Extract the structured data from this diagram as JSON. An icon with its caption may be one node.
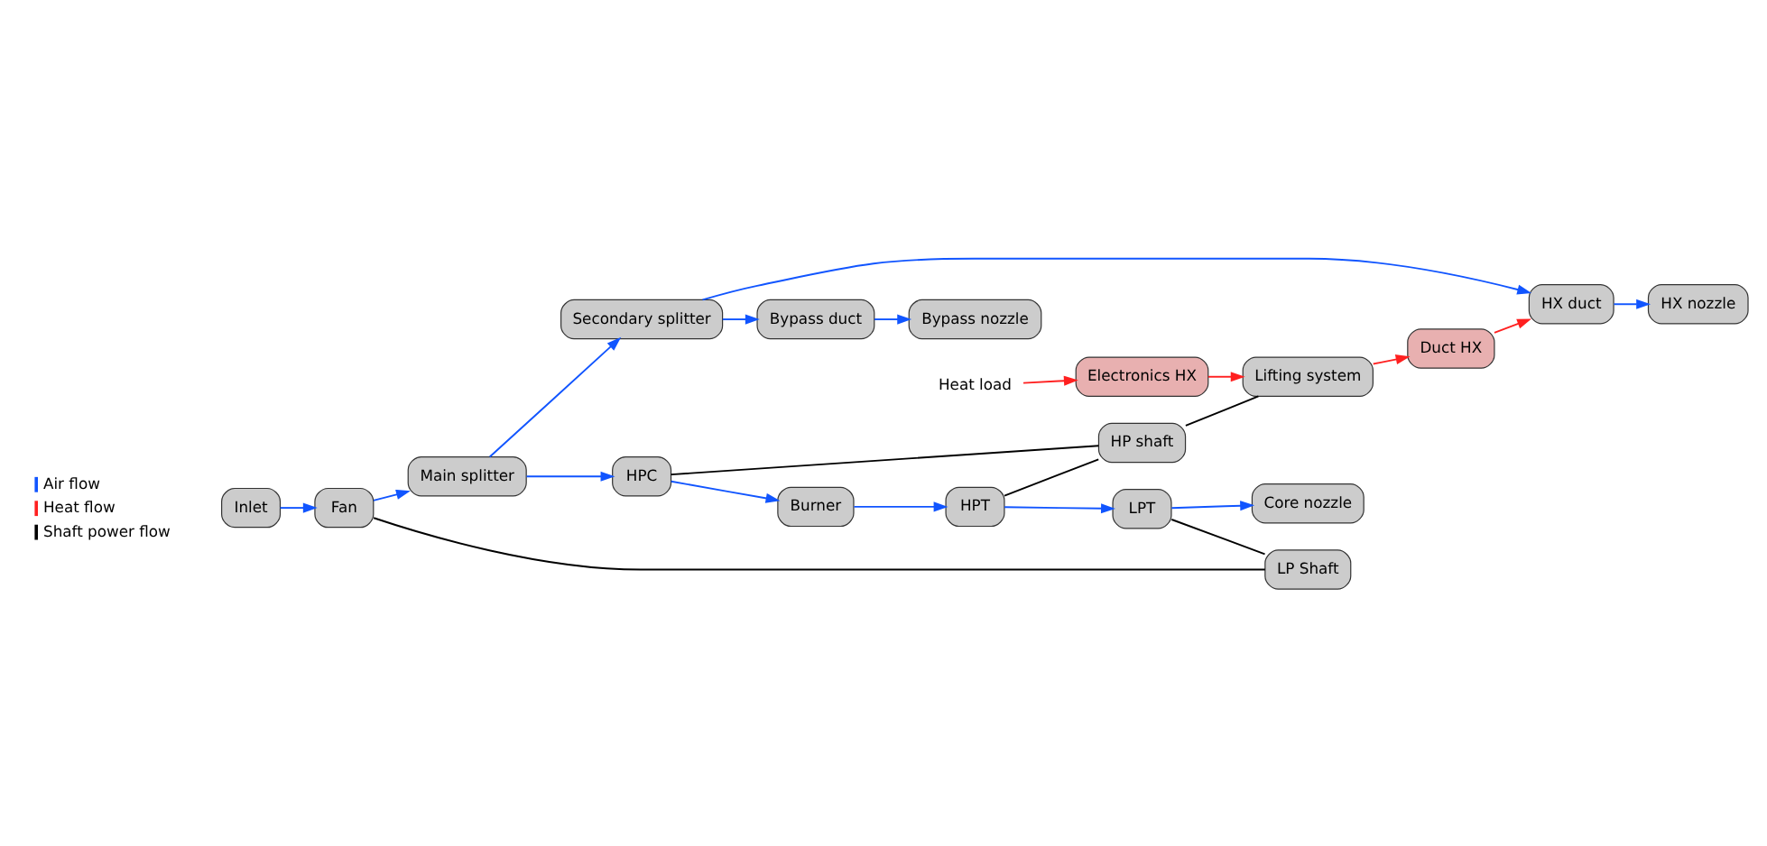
{
  "diagram": {
    "nodes": [
      {
        "text": [
          "Heat load"
        ]
      },
      {
        "text": [
          "Electronics HX"
        ]
      },
      {
        "text": [
          "Lifting system"
        ]
      },
      {
        "text": [
          "Duct HX"
        ]
      },
      {
        "text": [
          "HX duct"
        ]
      },
      {
        "text": [
          "HX nozzle"
        ]
      },
      {
        "text": [
          "Secondary splitter"
        ]
      },
      {
        "text": [
          "Bypass duct"
        ]
      },
      {
        "text": [
          "Bypass nozzle"
        ]
      },
      {
        "text": [
          "Inlet"
        ]
      },
      {
        "text": [
          "Fan"
        ]
      },
      {
        "text": [
          "Main splitter"
        ]
      },
      {
        "text": [
          "HPC"
        ]
      },
      {
        "text": [
          "Burner"
        ]
      },
      {
        "text": [
          "HPT"
        ]
      },
      {
        "text": [
          "LPT"
        ]
      },
      {
        "text": [
          "Core nozzle"
        ]
      },
      {
        "text": [
          "HP shaft"
        ]
      },
      {
        "text": [
          "LP Shaft"
        ]
      }
    ],
    "edges": [
      {
        "from": 0,
        "to": 1,
        "arrow": "to",
        "color": "#ff2020"
      },
      {
        "from": 1,
        "to": 2,
        "arrow": "to",
        "color": "#ff2020"
      },
      {
        "from": 2,
        "to": 3,
        "arrow": "to",
        "color": "#ff2020"
      },
      {
        "from": 3,
        "to": 4,
        "arrow": "to",
        "color": "#ff2020"
      },
      {
        "from": 9,
        "to": 10,
        "arrow": "to"
      },
      {
        "from": 10,
        "to": 11,
        "arrow": "to"
      },
      {
        "from": 11,
        "to": 6,
        "arrow": "to"
      },
      {
        "from": 11,
        "to": 12,
        "arrow": "to"
      },
      {
        "from": 6,
        "to": 4,
        "arrow": "to"
      },
      {
        "from": 6,
        "to": 7,
        "arrow": "to"
      },
      {
        "from": 4,
        "to": 5,
        "arrow": "to"
      },
      {
        "from": 7,
        "to": 8,
        "arrow": "to"
      },
      {
        "from": 12,
        "to": 13,
        "arrow": "to"
      },
      {
        "from": 13,
        "to": 14,
        "arrow": "to"
      },
      {
        "from": 14,
        "to": 15,
        "arrow": "to"
      },
      {
        "from": 15,
        "to": 16,
        "arrow": "to"
      },
      {
        "from": 12,
        "to": 17,
        "arrow": "none",
        "color": "#000000"
      },
      {
        "from": 14,
        "to": 17,
        "arrow": "none",
        "color": "#000000"
      },
      {
        "from": 17,
        "to": 2,
        "arrow": "none",
        "color": "#000000"
      },
      {
        "from": 10,
        "to": 18,
        "arrow": "none",
        "color": "#000000"
      },
      {
        "from": 15,
        "to": 18,
        "arrow": "none",
        "color": "#000000"
      }
    ],
    "legend": [
      {
        "text": "Air flow"
      },
      {
        "text": "Heat flow"
      },
      {
        "text": "Shaft power flow"
      }
    ]
  }
}
